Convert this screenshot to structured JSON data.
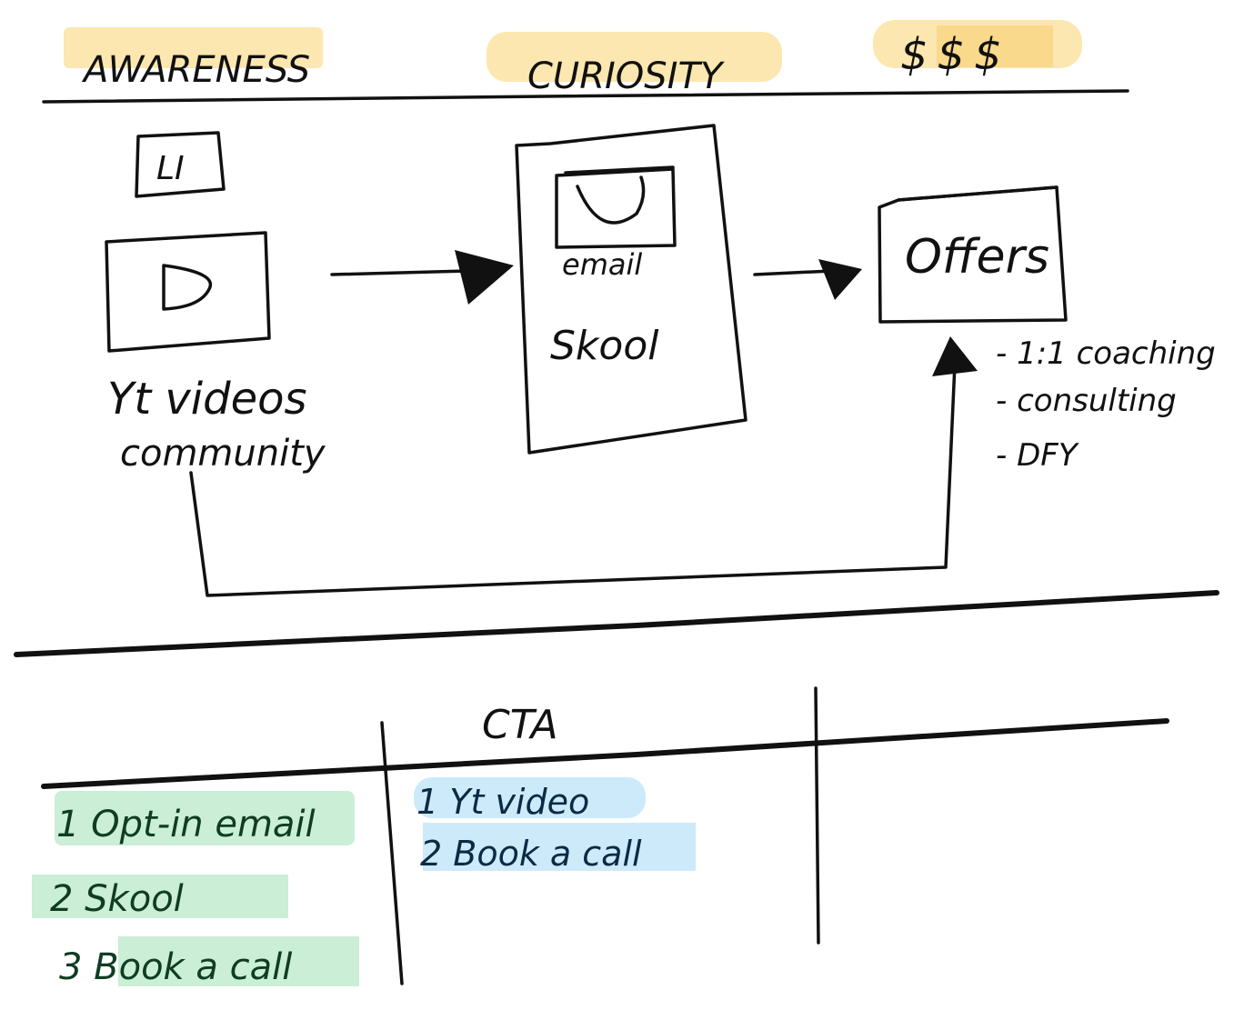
{
  "headers": {
    "awareness": "AWARENESS",
    "curiosity": "CURIOSITY",
    "money": "$$$"
  },
  "awareness": {
    "linkedin_label": "LI",
    "video_caption_line1": "Yt videos",
    "video_caption_line2": "community"
  },
  "curiosity": {
    "email_label": "email",
    "skool_label": "Skool"
  },
  "offers": {
    "title": "Offers",
    "items": [
      "- 1:1 coaching",
      "- consulting",
      "- DFY"
    ]
  },
  "cta": {
    "title": "CTA",
    "left_list": [
      "1  Opt-in email",
      "2  Skool",
      "3  Book a call"
    ],
    "middle_list": [
      "1  Yt video",
      "2  Book a call"
    ]
  },
  "colors": {
    "yellow_highlight": "#fce7b0",
    "green_highlight": "#cbeed6",
    "blue_highlight": "#cdeafb"
  }
}
